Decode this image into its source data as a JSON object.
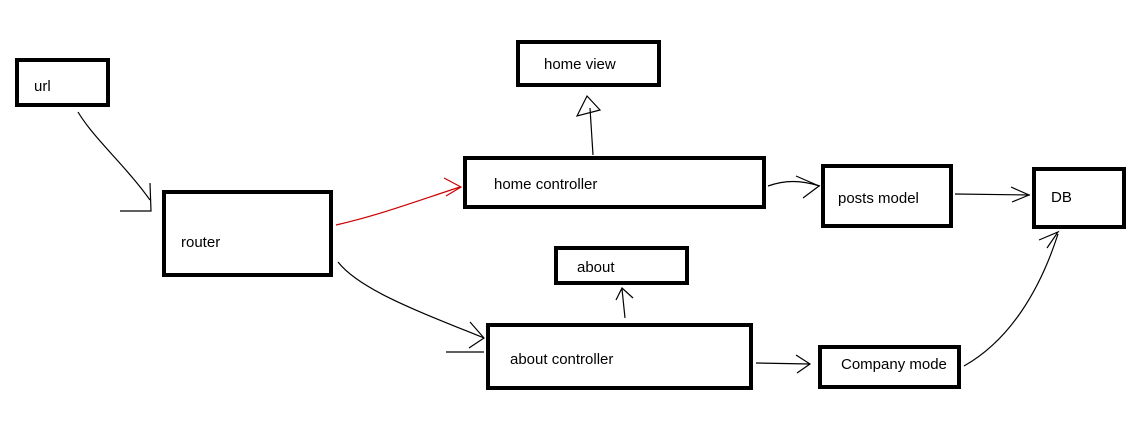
{
  "nodes": {
    "url": "url",
    "router": "router",
    "home_view": "home view",
    "home_controller": "home controller",
    "posts_model": "posts model",
    "db": "DB",
    "about_view": "about",
    "about_controller": "about controller",
    "company_model": "Company mode"
  },
  "edges": [
    {
      "from": "url",
      "to": "router",
      "color": "#000000"
    },
    {
      "from": "router",
      "to": "home controller",
      "color": "#cc0000"
    },
    {
      "from": "router",
      "to": "about controller",
      "color": "#000000"
    },
    {
      "from": "home controller",
      "to": "home view",
      "color": "#000000"
    },
    {
      "from": "home controller",
      "to": "posts model",
      "color": "#000000"
    },
    {
      "from": "posts model",
      "to": "DB",
      "color": "#000000"
    },
    {
      "from": "about controller",
      "to": "about",
      "color": "#000000"
    },
    {
      "from": "about controller",
      "to": "Company mode",
      "color": "#000000"
    },
    {
      "from": "Company mode",
      "to": "DB",
      "color": "#000000"
    }
  ],
  "colors": {
    "box_border": "#000000",
    "edge_default": "#000000",
    "edge_highlight": "#cc0000",
    "background": "#ffffff"
  }
}
